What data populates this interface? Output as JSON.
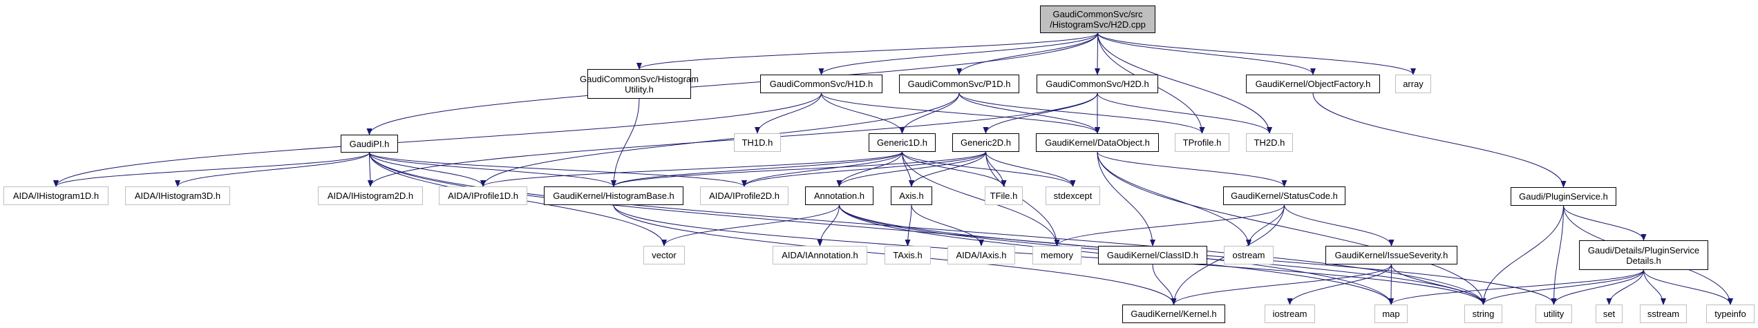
{
  "diagram": {
    "title": "GaudiCommonSvc/src/HistogramSvc/H2D.cpp include dependency graph",
    "colors": {
      "edge": "#191970",
      "root_fill": "#bfbfbf",
      "doc_border": "#000000",
      "ext_border": "#bfbfbf"
    },
    "nodes": [
      {
        "id": "root",
        "label": "GaudiCommonSvc/src\n/HistogramSvc/H2D.cpp",
        "kind": "root"
      },
      {
        "id": "histutil",
        "label": "GaudiCommonSvc/Histogram\nUtility.h",
        "kind": "doc"
      },
      {
        "id": "h1d",
        "label": "GaudiCommonSvc/H1D.h",
        "kind": "doc"
      },
      {
        "id": "p1d",
        "label": "GaudiCommonSvc/P1D.h",
        "kind": "doc"
      },
      {
        "id": "h2d",
        "label": "GaudiCommonSvc/H2D.h",
        "kind": "doc"
      },
      {
        "id": "objfactory",
        "label": "GaudiKernel/ObjectFactory.h",
        "kind": "doc"
      },
      {
        "id": "array",
        "label": "array",
        "kind": "ext"
      },
      {
        "id": "gaudipi",
        "label": "GaudiPI.h",
        "kind": "doc"
      },
      {
        "id": "th1d",
        "label": "TH1D.h",
        "kind": "ext"
      },
      {
        "id": "generic1d",
        "label": "Generic1D.h",
        "kind": "doc"
      },
      {
        "id": "generic2d",
        "label": "Generic2D.h",
        "kind": "doc"
      },
      {
        "id": "dataobject",
        "label": "GaudiKernel/DataObject.h",
        "kind": "doc"
      },
      {
        "id": "tprofile",
        "label": "TProfile.h",
        "kind": "ext"
      },
      {
        "id": "th2d",
        "label": "TH2D.h",
        "kind": "ext"
      },
      {
        "id": "aidahist1d",
        "label": "AIDA/IHistogram1D.h",
        "kind": "ext"
      },
      {
        "id": "aidahist3d",
        "label": "AIDA/IHistogram3D.h",
        "kind": "ext"
      },
      {
        "id": "aidahist2d",
        "label": "AIDA/IHistogram2D.h",
        "kind": "ext"
      },
      {
        "id": "aidaprof1d",
        "label": "AIDA/IProfile1D.h",
        "kind": "ext"
      },
      {
        "id": "histbase",
        "label": "GaudiKernel/HistogramBase.h",
        "kind": "doc"
      },
      {
        "id": "aidaprof2d",
        "label": "AIDA/IProfile2D.h",
        "kind": "ext"
      },
      {
        "id": "annotation",
        "label": "Annotation.h",
        "kind": "doc"
      },
      {
        "id": "axis",
        "label": "Axis.h",
        "kind": "doc"
      },
      {
        "id": "tfile",
        "label": "TFile.h",
        "kind": "ext"
      },
      {
        "id": "stdexcept",
        "label": "stdexcept",
        "kind": "ext"
      },
      {
        "id": "statuscode",
        "label": "GaudiKernel/StatusCode.h",
        "kind": "doc"
      },
      {
        "id": "pluginservice",
        "label": "Gaudi/PluginService.h",
        "kind": "doc"
      },
      {
        "id": "vector",
        "label": "vector",
        "kind": "ext"
      },
      {
        "id": "aidaannotation",
        "label": "AIDA/IAnnotation.h",
        "kind": "ext"
      },
      {
        "id": "taxis",
        "label": "TAxis.h",
        "kind": "ext"
      },
      {
        "id": "aidaaxis",
        "label": "AIDA/IAxis.h",
        "kind": "ext"
      },
      {
        "id": "memory",
        "label": "memory",
        "kind": "ext"
      },
      {
        "id": "classid",
        "label": "GaudiKernel/ClassID.h",
        "kind": "doc"
      },
      {
        "id": "ostream",
        "label": "ostream",
        "kind": "ext"
      },
      {
        "id": "issueseverity",
        "label": "GaudiKernel/IssueSeverity.h",
        "kind": "doc"
      },
      {
        "id": "pluginservicedetails",
        "label": "Gaudi/Details/PluginService\nDetails.h",
        "kind": "doc"
      },
      {
        "id": "kernel",
        "label": "GaudiKernel/Kernel.h",
        "kind": "doc"
      },
      {
        "id": "iostream",
        "label": "iostream",
        "kind": "ext"
      },
      {
        "id": "map",
        "label": "map",
        "kind": "ext"
      },
      {
        "id": "string",
        "label": "string",
        "kind": "ext"
      },
      {
        "id": "utility",
        "label": "utility",
        "kind": "ext"
      },
      {
        "id": "set",
        "label": "set",
        "kind": "ext"
      },
      {
        "id": "sstream",
        "label": "sstream",
        "kind": "ext"
      },
      {
        "id": "typeinfo",
        "label": "typeinfo",
        "kind": "ext"
      }
    ],
    "edges": [
      [
        "root",
        "histutil"
      ],
      [
        "root",
        "h1d"
      ],
      [
        "root",
        "p1d"
      ],
      [
        "root",
        "h2d"
      ],
      [
        "root",
        "objfactory"
      ],
      [
        "root",
        "array"
      ],
      [
        "root",
        "gaudipi"
      ],
      [
        "root",
        "tprofile"
      ],
      [
        "root",
        "th2d"
      ],
      [
        "histutil",
        "histbase"
      ],
      [
        "h1d",
        "th1d"
      ],
      [
        "h1d",
        "generic1d"
      ],
      [
        "h1d",
        "dataobject"
      ],
      [
        "h1d",
        "aidahist1d"
      ],
      [
        "p1d",
        "generic1d"
      ],
      [
        "p1d",
        "dataobject"
      ],
      [
        "p1d",
        "tprofile"
      ],
      [
        "p1d",
        "aidaprof1d"
      ],
      [
        "h2d",
        "generic2d"
      ],
      [
        "h2d",
        "dataobject"
      ],
      [
        "h2d",
        "th2d"
      ],
      [
        "h2d",
        "aidahist2d"
      ],
      [
        "objfactory",
        "pluginservice"
      ],
      [
        "gaudipi",
        "aidahist1d"
      ],
      [
        "gaudipi",
        "aidahist3d"
      ],
      [
        "gaudipi",
        "aidahist2d"
      ],
      [
        "gaudipi",
        "aidaprof1d"
      ],
      [
        "gaudipi",
        "aidaprof2d"
      ],
      [
        "gaudipi",
        "histbase"
      ],
      [
        "gaudipi",
        "vector"
      ],
      [
        "gaudipi",
        "string"
      ],
      [
        "gaudipi",
        "map"
      ],
      [
        "generic1d",
        "histbase"
      ],
      [
        "generic1d",
        "aidaprof1d"
      ],
      [
        "generic1d",
        "annotation"
      ],
      [
        "generic1d",
        "axis"
      ],
      [
        "generic1d",
        "tfile"
      ],
      [
        "generic1d",
        "stdexcept"
      ],
      [
        "generic1d",
        "memory"
      ],
      [
        "generic1d",
        "aidaprof2d"
      ],
      [
        "generic2d",
        "histbase"
      ],
      [
        "generic2d",
        "aidaprof2d"
      ],
      [
        "generic2d",
        "annotation"
      ],
      [
        "generic2d",
        "axis"
      ],
      [
        "generic2d",
        "tfile"
      ],
      [
        "generic2d",
        "stdexcept"
      ],
      [
        "generic2d",
        "memory"
      ],
      [
        "dataobject",
        "statuscode"
      ],
      [
        "dataobject",
        "classid"
      ],
      [
        "dataobject",
        "ostream"
      ],
      [
        "dataobject",
        "string"
      ],
      [
        "histbase",
        "kernel"
      ],
      [
        "histbase",
        "string"
      ],
      [
        "annotation",
        "vector"
      ],
      [
        "annotation",
        "aidaannotation"
      ],
      [
        "annotation",
        "map"
      ],
      [
        "annotation",
        "utility"
      ],
      [
        "annotation",
        "string"
      ],
      [
        "axis",
        "taxis"
      ],
      [
        "axis",
        "aidaaxis"
      ],
      [
        "statuscode",
        "memory"
      ],
      [
        "statuscode",
        "ostream"
      ],
      [
        "statuscode",
        "issueseverity"
      ],
      [
        "statuscode",
        "kernel"
      ],
      [
        "classid",
        "kernel"
      ],
      [
        "issueseverity",
        "kernel"
      ],
      [
        "issueseverity",
        "iostream"
      ],
      [
        "issueseverity",
        "map"
      ],
      [
        "issueseverity",
        "string"
      ],
      [
        "pluginservice",
        "string"
      ],
      [
        "pluginservice",
        "utility"
      ],
      [
        "pluginservice",
        "pluginservicedetails"
      ],
      [
        "pluginservice",
        "typeinfo"
      ],
      [
        "pluginservicedetails",
        "map"
      ],
      [
        "pluginservicedetails",
        "string"
      ],
      [
        "pluginservicedetails",
        "utility"
      ],
      [
        "pluginservicedetails",
        "set"
      ],
      [
        "pluginservicedetails",
        "sstream"
      ],
      [
        "pluginservicedetails",
        "typeinfo"
      ]
    ]
  }
}
